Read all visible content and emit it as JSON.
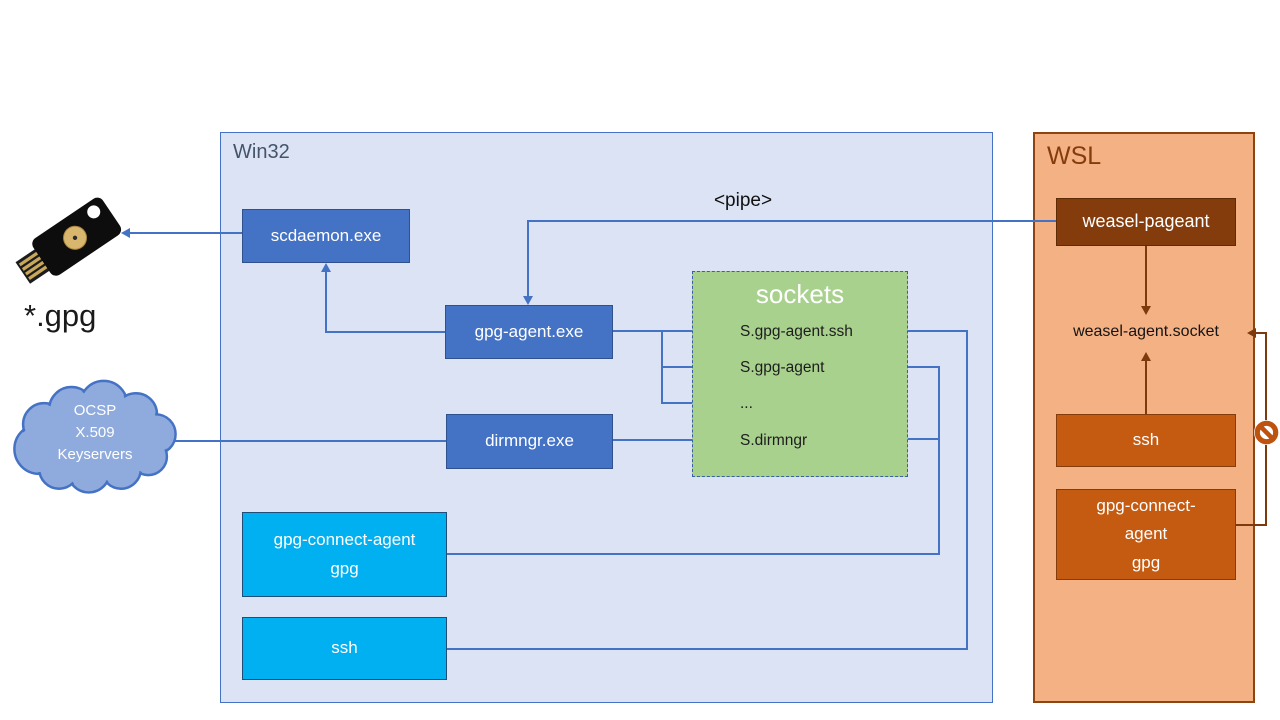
{
  "win32": {
    "label": "Win32",
    "scdaemon": "scdaemon.exe",
    "gpg_agent": "gpg-agent.exe",
    "dirmngr": "dirmngr.exe",
    "gpg_connect_agent": {
      "line1": "gpg-connect-agent",
      "line2": "gpg"
    },
    "ssh": "ssh",
    "sockets": {
      "title": "sockets",
      "items": [
        "S.gpg-agent.ssh",
        "S.gpg-agent",
        "...",
        "S.dirmngr"
      ]
    }
  },
  "wsl": {
    "label": "WSL",
    "weasel_pageant": "weasel-pageant",
    "weasel_agent_socket": "weasel-agent.socket",
    "ssh": "ssh",
    "gpg_connect": {
      "line1": "gpg-connect-",
      "line2": "agent",
      "line3": "gpg"
    }
  },
  "peripherals": {
    "gpg_files": "*.gpg",
    "cloud": {
      "line1": "OCSP",
      "line2": "X.509",
      "line3": "Keyservers"
    }
  },
  "labels": {
    "pipe": "<pipe>"
  },
  "icons": {
    "yubikey": "yubikey-security-key-icon",
    "cloud": "network-cloud-icon",
    "no_entry": "no-entry-blocked-icon"
  },
  "colors": {
    "process_blue": "#4472C4",
    "win32_background": "#DBE3F5",
    "win32_border": "#4472C4",
    "win32_label": "#44546A",
    "cyan": "#00B0F0",
    "sockets_green": "#A9D18E",
    "wsl_background": "#F4B183",
    "wsl_orange": "#C55A11",
    "dark_brown": "#843C0C",
    "cloud_blue": "#8FAADC",
    "connector_blue": "#4472C4",
    "connector_brown": "#7C3A0D"
  }
}
